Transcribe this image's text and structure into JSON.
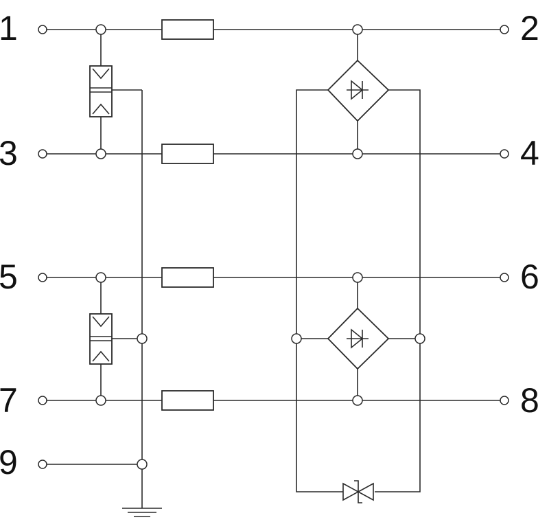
{
  "terminals": [
    {
      "id": "1"
    },
    {
      "id": "2"
    },
    {
      "id": "3"
    },
    {
      "id": "4"
    },
    {
      "id": "5"
    },
    {
      "id": "6"
    },
    {
      "id": "7"
    },
    {
      "id": "8"
    },
    {
      "id": "9"
    }
  ],
  "colors": {
    "ink": "#2a2a2a",
    "background": "#ffffff"
  },
  "icons": {
    "gas-discharge-tube": "gas-discharge-tube-icon",
    "resistor": "resistor-icon",
    "diode-bridge": "diode-bridge-icon",
    "tvs-diode": "tvs-diode-icon",
    "ground": "ground-icon"
  }
}
